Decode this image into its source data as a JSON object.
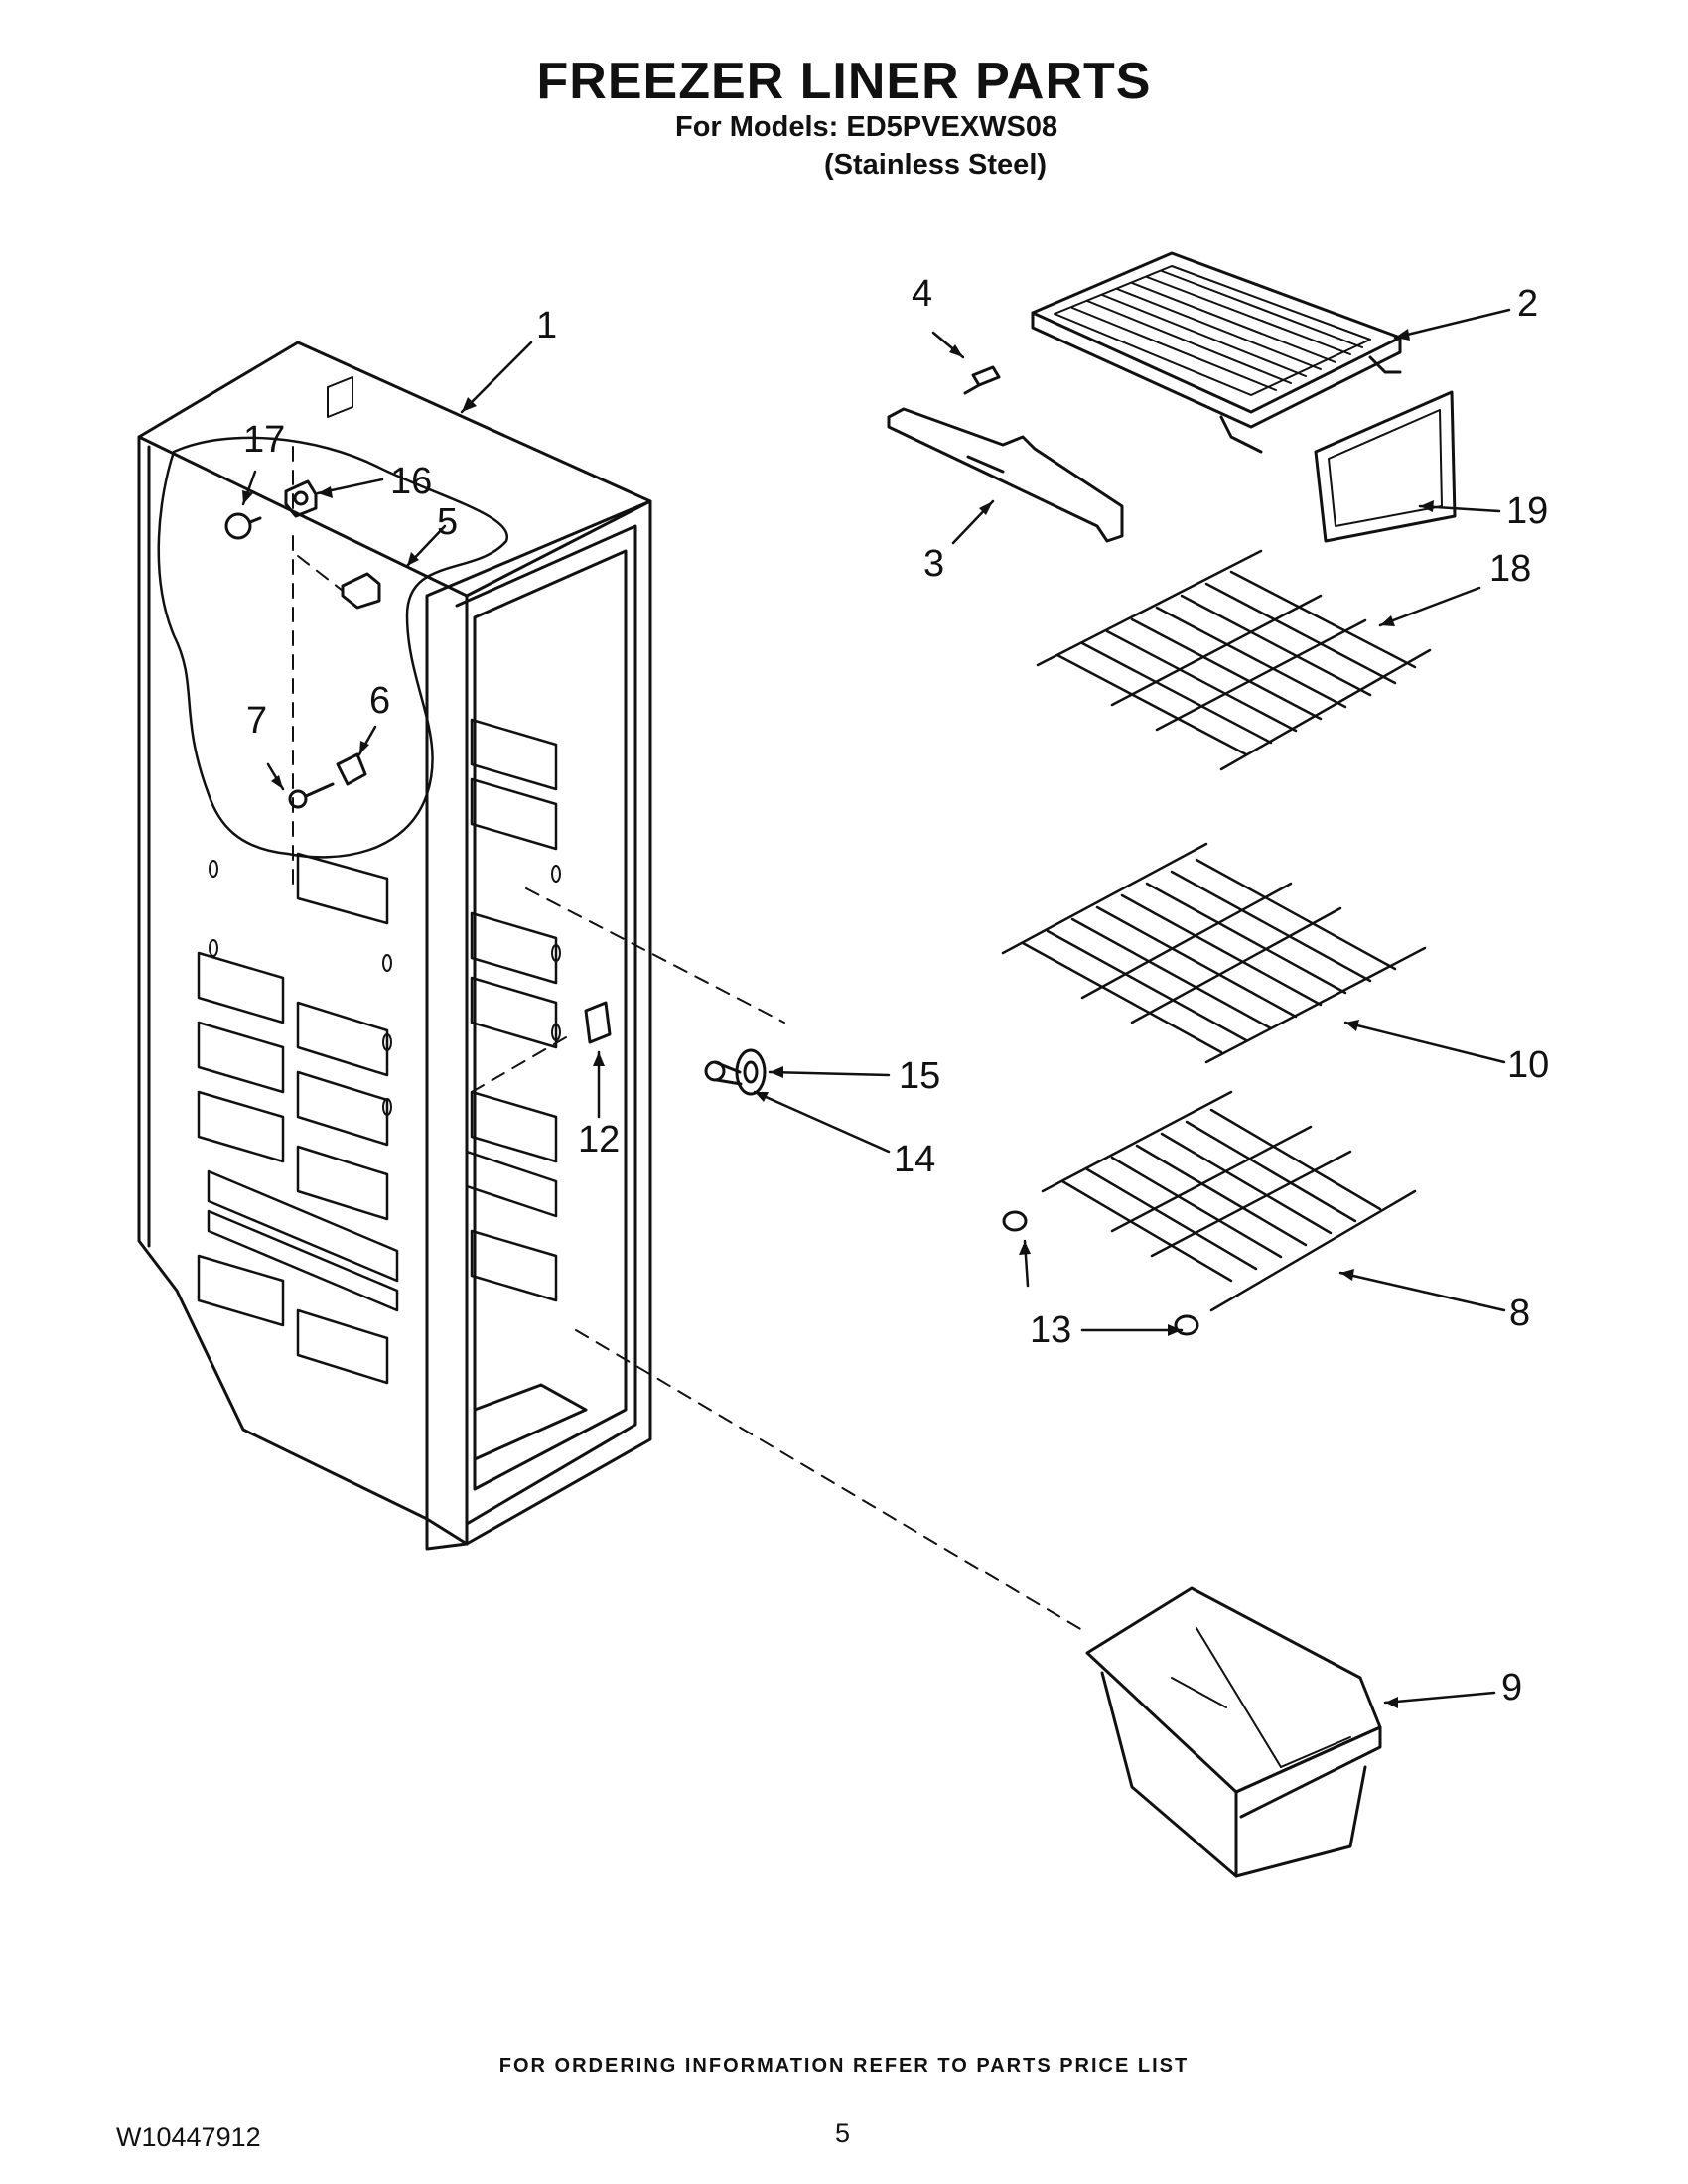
{
  "header": {
    "title": "FREEZER LINER PARTS",
    "models_line": "For Models: ED5PVEXWS08",
    "finish_line": "(Stainless Steel)"
  },
  "callouts": [
    "1",
    "2",
    "3",
    "4",
    "5",
    "6",
    "7",
    "8",
    "9",
    "10",
    "12",
    "13",
    "14",
    "15",
    "16",
    "17",
    "18",
    "19"
  ],
  "footer": {
    "ordering_note": "FOR ORDERING INFORMATION REFER TO PARTS PRICE LIST",
    "document_number": "W10447912",
    "page_number": "5"
  }
}
